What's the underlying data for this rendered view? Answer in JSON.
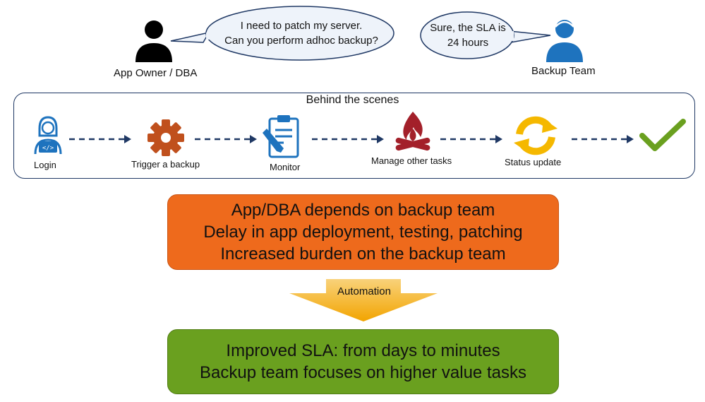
{
  "top": {
    "app_owner": {
      "label": "App Owner / DBA",
      "speech": [
        "I need to patch my server.",
        "Can you perform adhoc backup?"
      ]
    },
    "backup_team": {
      "label": "Backup Team",
      "speech": [
        "Sure, the SLA is",
        "24 hours"
      ]
    }
  },
  "scenes": {
    "title": "Behind the scenes",
    "steps": [
      {
        "label": "Login",
        "icon": "developer-laptop-icon"
      },
      {
        "label": "Trigger a backup",
        "icon": "gear-icon"
      },
      {
        "label": "Monitor",
        "icon": "clipboard-icon"
      },
      {
        "label": "Manage other tasks",
        "icon": "campfire-icon"
      },
      {
        "label": "Status update",
        "icon": "refresh-icon"
      },
      {
        "label": "",
        "icon": "checkmark-icon"
      }
    ]
  },
  "problems": {
    "lines": [
      "App/DBA depends on backup team",
      "Delay in app deployment, testing, patching",
      "Increased burden on the backup team"
    ]
  },
  "automation": {
    "label": "Automation"
  },
  "benefits": {
    "lines": [
      "Improved SLA: from days to minutes",
      "Backup team focuses on higher value tasks"
    ]
  },
  "colors": {
    "navy": "#1f3864",
    "blue": "#1e73be",
    "orange_panel": "#ee6a1c",
    "green_panel": "#6aa01f",
    "gear": "#c0501d",
    "fire": "#a3202a",
    "sync": "#f5b800",
    "check": "#6aa01f",
    "arrow_yellow": "#f7b817"
  }
}
